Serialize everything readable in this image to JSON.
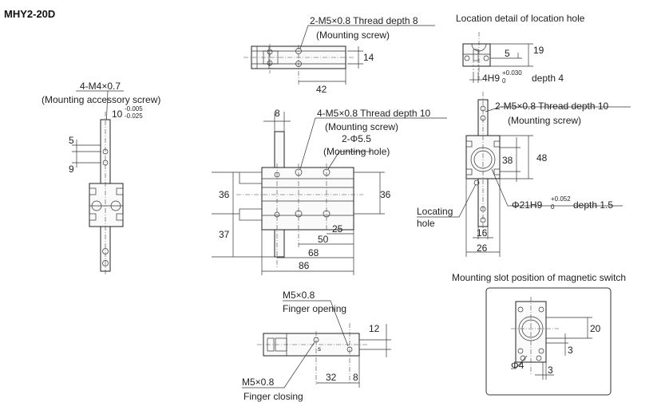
{
  "title": "MHY2-20D",
  "top_view": {
    "thread_note": "2-M5×0.8 Thread depth 8",
    "screw_note": "(Mounting screw)",
    "dim_height": "14",
    "dim_width": "42"
  },
  "location_detail": {
    "heading": "Location detail of location hole",
    "dim_19": "19",
    "dim_5": "5",
    "hole_spec": "4H9",
    "tol_upper": "+0.030",
    "tol_lower": "0",
    "depth": "depth 4"
  },
  "left_view": {
    "screw_note": "4-M4×0.7",
    "screw_desc": "(Mounting accessory screw)",
    "dim_10": "10",
    "tol_upper": "-0.005",
    "tol_lower": "-0.025",
    "dim_5": "5",
    "dim_9": "9"
  },
  "front_view": {
    "dim_8": "8",
    "thread_note": "4-M5×0.8 Thread depth 10",
    "screw_note": "(Mounting screw)",
    "hole_note": "2-Φ5.5",
    "hole_desc": "(Mounting hole)",
    "dim_36_left": "36",
    "dim_36_right": "36",
    "dim_37": "37",
    "dim_25": "25",
    "dim_50": "50",
    "dim_68": "68",
    "dim_86": "86"
  },
  "side_view": {
    "thread_note": "2-M5×0.8 Thread depth 10",
    "screw_note": "(Mounting screw)",
    "dim_38": "38",
    "dim_48": "48",
    "locating_label": "Locating",
    "hole_label": "hole",
    "bore_spec": "Φ21H9",
    "tol_upper": "+0.052",
    "tol_lower": "0",
    "depth": "depth 1.5",
    "dim_16": "16",
    "dim_26": "26"
  },
  "bottom_view": {
    "opening_thread": "M5×0.8",
    "opening_label": "Finger opening",
    "closing_thread": "M5×0.8",
    "closing_label": "Finger closing",
    "dim_12": "12",
    "dim_32": "32",
    "dim_8": "8",
    "small_s": "s"
  },
  "switch_slot": {
    "heading": "Mounting slot position of magnetic switch",
    "dim_20": "20",
    "dim_3_right": "3",
    "dim_phi4": "Φ4",
    "dim_3_bottom": "3"
  }
}
